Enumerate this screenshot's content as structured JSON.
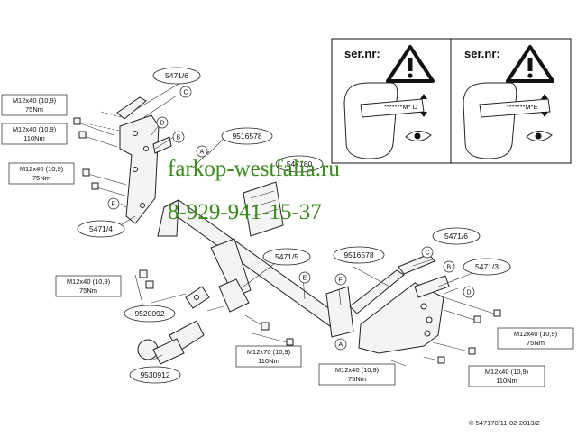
{
  "watermark": {
    "site": "farkop-westfalia.ru",
    "phone": "8-929-941-15-37"
  },
  "inset_panels": [
    {
      "header": "ser.nr:",
      "plate_text": "*******M* D"
    },
    {
      "header": "ser.nr:",
      "plate_text": "*******M*E"
    }
  ],
  "part_ovals": {
    "o1": "5471/6",
    "o2": "9516578",
    "o3": "547180",
    "o4": "5471/4",
    "o5": "5471/5",
    "o6": "9520092",
    "o7": "9530912",
    "o8": "9516578",
    "o9": "5471/6",
    "o10": "5471/3"
  },
  "torque_labels": {
    "t1": {
      "bolt": "M12x40 (10,9)",
      "torque": "75Nm"
    },
    "t2": {
      "bolt": "M12x40 (10,9)",
      "torque": "110Nm"
    },
    "t3": {
      "bolt": "M12x40 (10,9)",
      "torque": "75Nm"
    },
    "t4": {
      "bolt": "M12x40 (10,9)",
      "torque": "75Nm"
    },
    "t5": {
      "bolt": "M12x70 (10,9)",
      "torque": "110Nm"
    },
    "t6": {
      "bolt": "M12x40 (10,9)",
      "torque": "75Nm"
    },
    "t7": {
      "bolt": "M12x40 (10,9)",
      "torque": "110Nm"
    },
    "t8": {
      "bolt": "M12x40 (10,9)",
      "torque": "75Nm"
    }
  },
  "letters": {
    "lC1": "C",
    "lD1": "D",
    "lB1": "B",
    "lA1": "A",
    "lF1": "F",
    "lE1": "E",
    "lF2": "F",
    "lA2": "A",
    "lC2": "C",
    "lB2": "B",
    "lD2": "D"
  },
  "copyright": "© 547170/11-02-2013/2"
}
